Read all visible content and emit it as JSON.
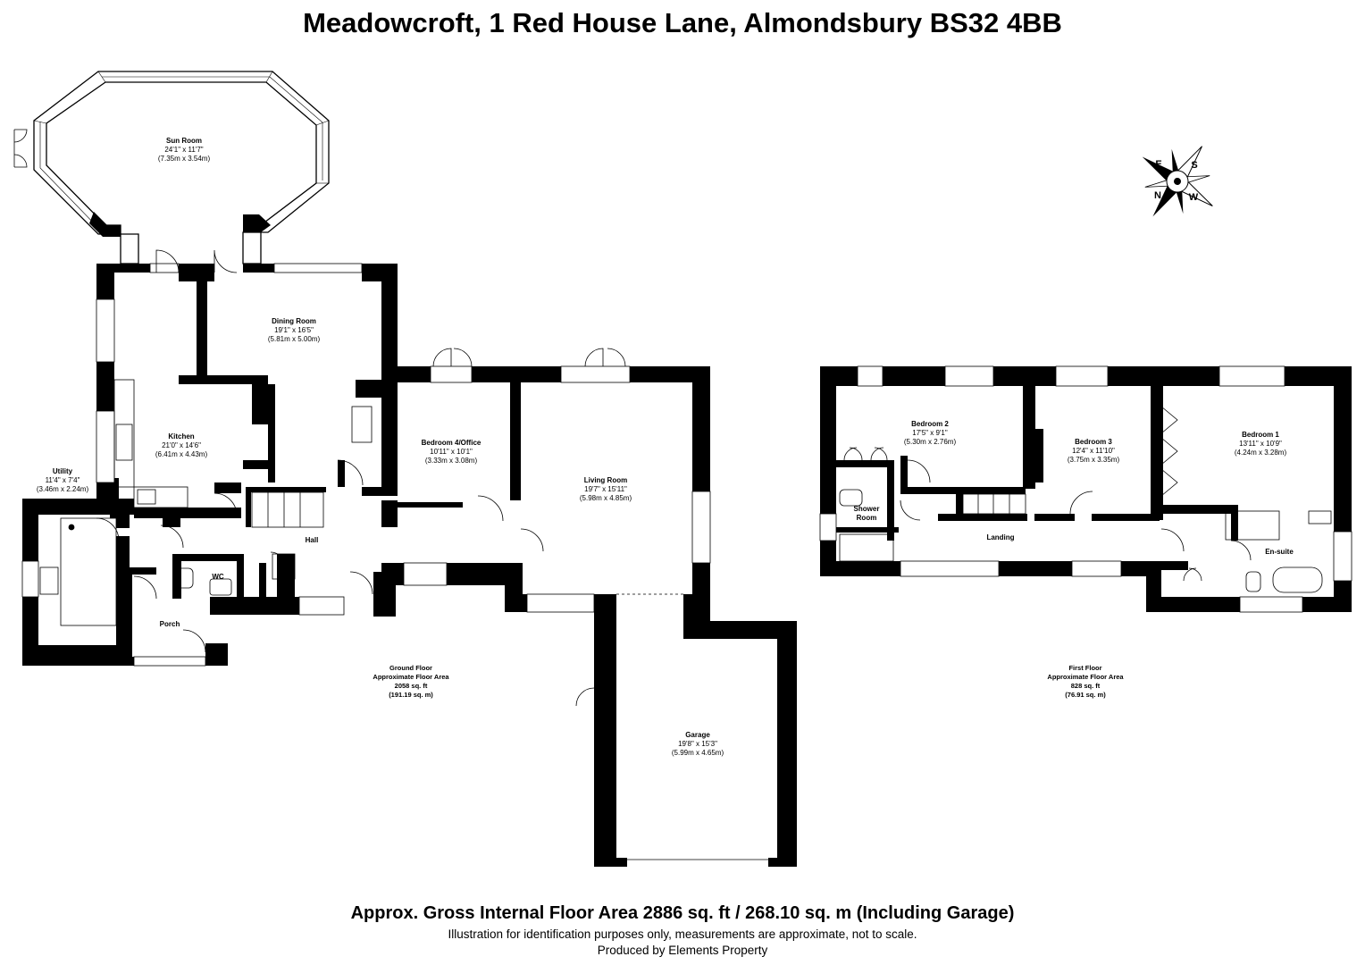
{
  "title": "Meadowcroft, 1 Red House Lane, Almondsbury BS32 4BB",
  "rooms": {
    "sun_room": {
      "name": "Sun Room",
      "imperial": "24'1\" x 11'7\"",
      "metric": "(7.35m x 3.54m)"
    },
    "dining_room": {
      "name": "Dining Room",
      "imperial": "19'1\" x 16'5\"",
      "metric": "(5.81m x 5.00m)"
    },
    "kitchen": {
      "name": "Kitchen",
      "imperial": "21'0\" x 14'6\"",
      "metric": "(6.41m x 4.43m)"
    },
    "utility": {
      "name": "Utility",
      "imperial": "11'4\" x 7'4\"",
      "metric": "(3.46m x 2.24m)"
    },
    "bedroom4": {
      "name": "Bedroom 4/Office",
      "imperial": "10'11\" x 10'1\"",
      "metric": "(3.33m x 3.08m)"
    },
    "living_room": {
      "name": "Living Room",
      "imperial": "19'7\" x 15'11\"",
      "metric": "(5.98m x 4.85m)"
    },
    "hall": {
      "name": "Hall"
    },
    "wc": {
      "name": "WC"
    },
    "porch": {
      "name": "Porch"
    },
    "garage": {
      "name": "Garage",
      "imperial": "19'8\" x 15'3\"",
      "metric": "(5.99m x 4.65m)"
    },
    "bedroom2": {
      "name": "Bedroom 2",
      "imperial": "17'5\" x 9'1\"",
      "metric": "(5.30m x 2.76m)"
    },
    "bedroom3": {
      "name": "Bedroom 3",
      "imperial": "12'4\" x 11'10\"",
      "metric": "(3.75m x 3.35m)"
    },
    "bedroom1": {
      "name": "Bedroom 1",
      "imperial": "13'11\" x 10'9\"",
      "metric": "(4.24m x 3.28m)"
    },
    "shower_room": {
      "name_line1": "Shower",
      "name_line2": "Room"
    },
    "landing": {
      "name": "Landing"
    },
    "ensuite": {
      "name": "En-suite"
    }
  },
  "floors": {
    "ground": {
      "line1": "Ground Floor",
      "line2": "Approximate Floor Area",
      "line3": "2058 sq. ft",
      "line4": "(191.19 sq. m)"
    },
    "first": {
      "line1": "First Floor",
      "line2": "Approximate Floor Area",
      "line3": "828 sq. ft",
      "line4": "(76.91 sq. m)"
    }
  },
  "compass": {
    "n": "N",
    "s": "S",
    "e": "E",
    "w": "W"
  },
  "footer": {
    "gross": "Approx. Gross Internal Floor Area 2886 sq. ft / 268.10 sq. m (Including Garage)",
    "disclaimer": "Illustration for identification purposes only, measurements are approximate, not to scale.",
    "producer": "Produced by Elements Property"
  },
  "colors": {
    "wall": "#000000",
    "window": "#ffffff",
    "background": "#ffffff"
  }
}
